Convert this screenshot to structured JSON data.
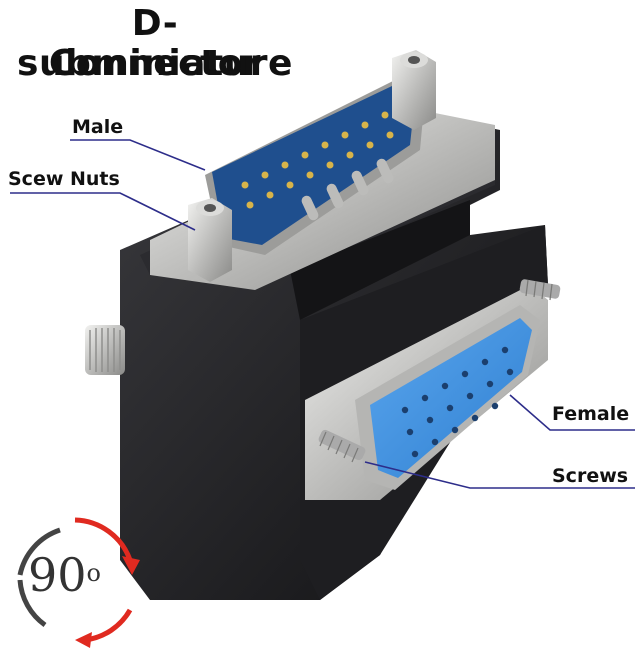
{
  "title": {
    "line1": "D-subminiature",
    "line2": "Connector"
  },
  "callouts": {
    "male": "Male",
    "screw_nuts": "Scew Nuts",
    "female": "Female",
    "screws": "Screws"
  },
  "badge": {
    "number": "90",
    "superscript": "o"
  },
  "colors": {
    "body": "#1b1b1e",
    "metal": "#c9c9c7",
    "male_insert": "#1f4f8e",
    "female_insert": "#3d8fe0",
    "callout_line": "#2d2d8a",
    "arrow_red": "#e02a20",
    "arrow_dark": "#444444"
  }
}
